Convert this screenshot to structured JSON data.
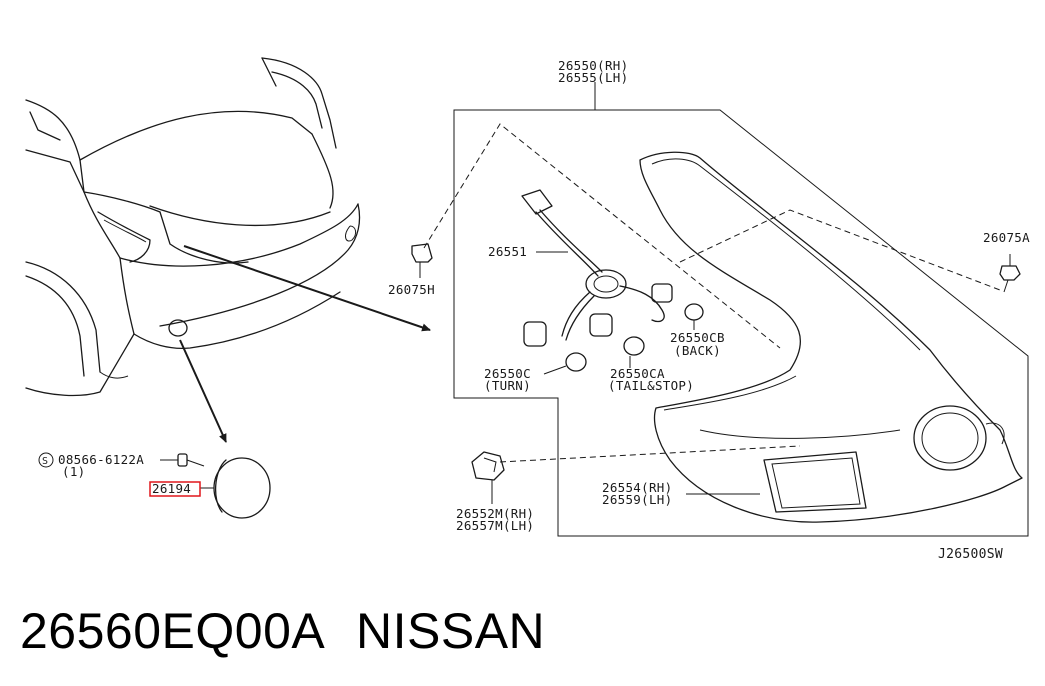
{
  "diagram": {
    "labels": {
      "housing_rh": "26550(RH)",
      "housing_lh": "26555(LH)",
      "clip_left": "26075H",
      "clip_right": "26075A",
      "harness": "26551",
      "socket_back": "26550CB",
      "back_caption": "(BACK)",
      "socket_turn": "26550C",
      "turn_caption": "(TURN)",
      "socket_tail": "26550CA",
      "tail_caption": "(TAIL&STOP)",
      "lens_rh": "26554(RH)",
      "lens_lh": "26559(LH)",
      "bracket_rh": "26552M(RH)",
      "bracket_lh": "26557M(LH)",
      "screw_part": "08566-6122A",
      "screw_qty": "(1)",
      "screw_symbol": "S",
      "reflector_part": "26194",
      "diagram_code": "J26500SW"
    },
    "highlight_color": "#e0161b"
  },
  "footer": {
    "part_number": "26560EQ00A",
    "brand": "NISSAN"
  }
}
